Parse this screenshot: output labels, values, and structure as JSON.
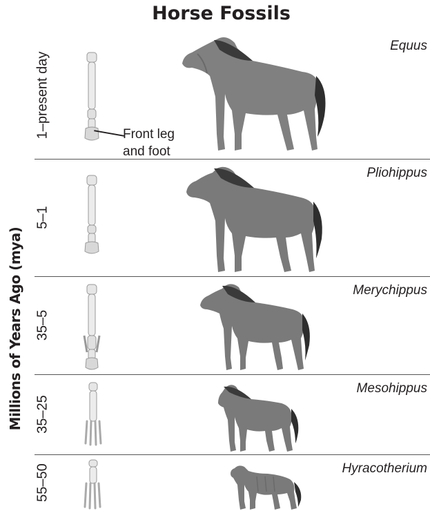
{
  "title": "Horse Fossils",
  "y_axis_label": "Millions of Years Ago (mya)",
  "leg_annotation": {
    "line1": "Front leg",
    "line2": "and foot"
  },
  "rows": [
    {
      "range": "1–present day",
      "genus": "Equus"
    },
    {
      "range": "5–1",
      "genus": "Pliohippus"
    },
    {
      "range": "35–5",
      "genus": "Merychippus"
    },
    {
      "range": "35–25",
      "genus": "Mesohippus"
    },
    {
      "range": "55–50",
      "genus": "Hyracotherium"
    }
  ],
  "colors": {
    "horse_body": "#7d7d7d",
    "horse_dark": "#3a3a3a",
    "bone": "#e8e8e8",
    "divider": "#555555"
  }
}
